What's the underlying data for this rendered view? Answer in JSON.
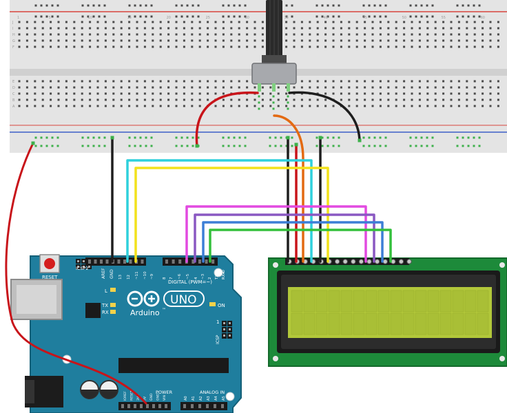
{
  "colors": {
    "breadboard": "#e4e4e4",
    "rail_red": "#d8453c",
    "rail_blue": "#3c5fc8",
    "arduino_board": "#1f7e9e",
    "lcd_pcb": "#1d8a3a",
    "lcd_bezel": "#1a1a1a",
    "lcd_screen": "#b2c83a",
    "wire_red": "#c8141a",
    "wire_black": "#1e1e1e",
    "wire_orange": "#e36a12",
    "wire_cyan": "#2ed0dc",
    "wire_yellow": "#f2e21c",
    "wire_magenta": "#e24ae0",
    "wire_purple": "#8a58c2",
    "wire_blue": "#3c7ed6",
    "wire_green": "#34c03c"
  },
  "breadboard": {
    "top_row_numbers": [
      "1",
      "5",
      "10",
      "15",
      "20",
      "25",
      "30",
      "35",
      "40",
      "45",
      "50",
      "55",
      "60"
    ],
    "row_letters": [
      "J",
      "I",
      "H",
      "G",
      "F",
      "E",
      "D",
      "C",
      "B",
      "A"
    ]
  },
  "arduino": {
    "reset_label": "RESET",
    "icsp2_label": "ICSP2",
    "digital_label": "DIGITAL (PWM=~)",
    "aref_label": "AREF",
    "gnd_label": "GND",
    "pin_labels_digital": [
      "13",
      "12",
      "~11",
      "~10",
      "~9",
      "8",
      "7",
      "~6",
      "~5",
      "4",
      "~3",
      "2",
      "TX▸1",
      "RX◂0"
    ],
    "logo_text": "Arduino",
    "uno_text": "UNO",
    "tm_text": "™",
    "l_label": "L",
    "tx_label": "TX",
    "rx_label": "RX",
    "on_label": "ON",
    "icsp_label": "ICSP",
    "icsp_one": "1",
    "power_label": "POWER",
    "analog_label": "ANALOG IN",
    "power_pins": [
      "IOREF",
      "RESET",
      "3V3",
      "5V",
      "GND",
      "GND",
      "VIN"
    ],
    "analog_pins": [
      "A0",
      "A1",
      "A2",
      "A3",
      "A4",
      "A5"
    ]
  },
  "lcd": {
    "columns": 16,
    "rows": 2
  }
}
